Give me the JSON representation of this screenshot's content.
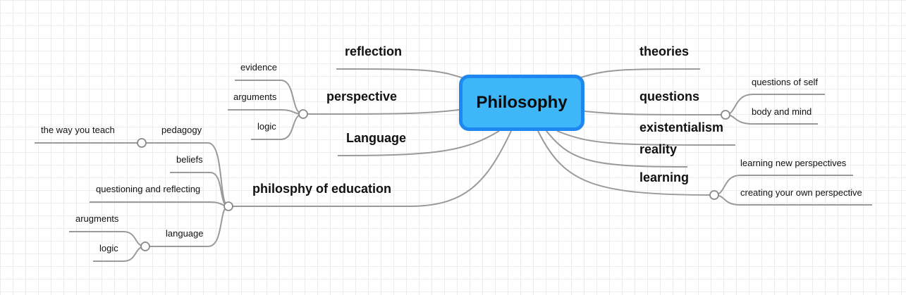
{
  "map": {
    "central": "Philosophy",
    "right": {
      "theories": "theories",
      "questions": "questions",
      "questions_children": [
        "questions of self",
        "body and mind"
      ],
      "existentialism": "existentialism",
      "reality": "reality",
      "learning": "learning",
      "learning_children": [
        "learning new perspectives",
        "creating your own perspective"
      ]
    },
    "left": {
      "reflection": "reflection",
      "perspective": "perspective",
      "perspective_children": [
        "evidence",
        "arguments",
        "logic"
      ],
      "language": "Language",
      "education": "philosphy of education",
      "education_children": {
        "pedagogy": "pedagogy",
        "pedagogy_child": "the way you teach",
        "beliefs": "beliefs",
        "questioning": "questioning and reflecting",
        "language": "language",
        "language_children": [
          "arugments",
          "logic"
        ]
      }
    }
  },
  "colors": {
    "central_fill": "#3db7f7",
    "central_border": "#1e88f0",
    "line": "#9a9a9a"
  }
}
